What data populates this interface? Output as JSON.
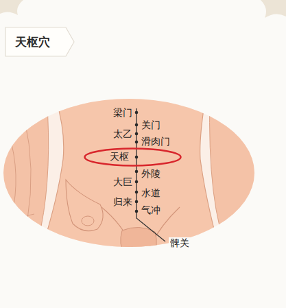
{
  "diagram": {
    "title": "天枢穴",
    "nodes": [
      {
        "text": [
          "天枢"
        ]
      }
    ],
    "labels": [
      "梁门",
      "关门",
      "太乙",
      "滑肉门",
      "外陵",
      "大巨",
      "水道",
      "归来",
      "气冲",
      "髀关"
    ]
  }
}
